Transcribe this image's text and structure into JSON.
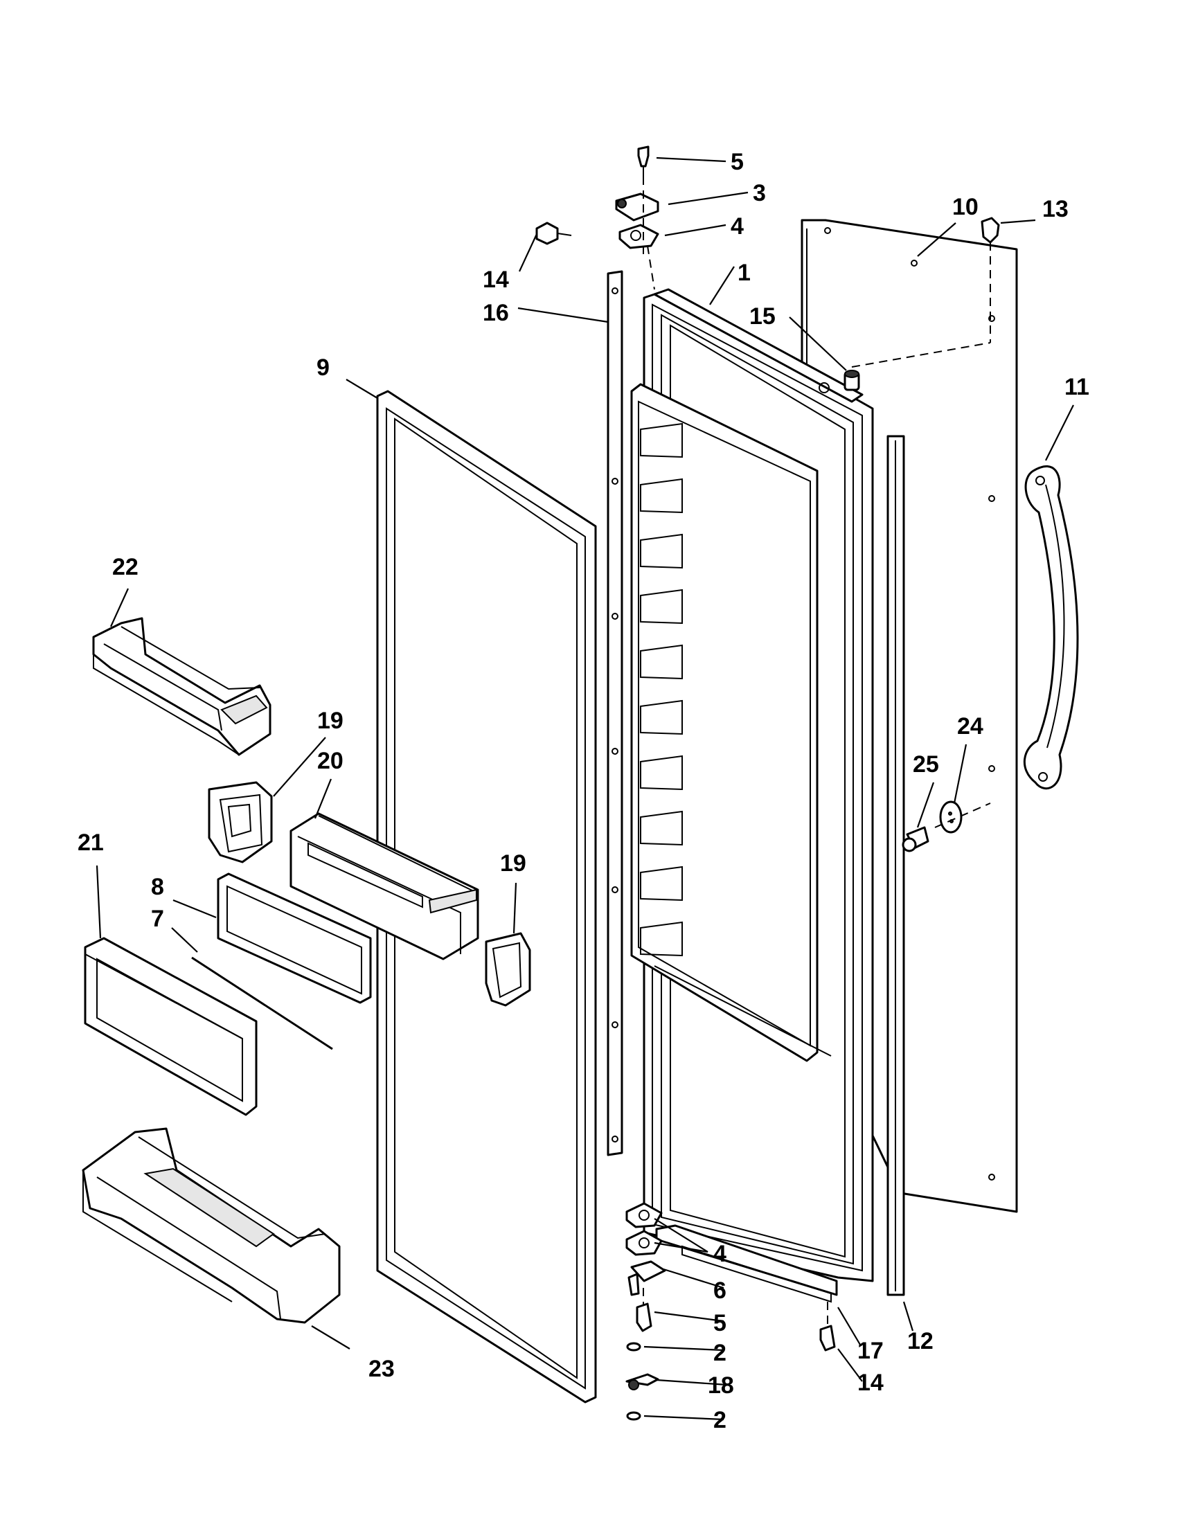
{
  "diagram": {
    "callouts": [
      {
        "id": "c5a",
        "text": "5"
      },
      {
        "id": "c3",
        "text": "3"
      },
      {
        "id": "c4a",
        "text": "4"
      },
      {
        "id": "c14a",
        "text": "14"
      },
      {
        "id": "c1",
        "text": "1"
      },
      {
        "id": "c16",
        "text": "16"
      },
      {
        "id": "c10",
        "text": "10"
      },
      {
        "id": "c13",
        "text": "13"
      },
      {
        "id": "c15",
        "text": "15"
      },
      {
        "id": "c9",
        "text": "9"
      },
      {
        "id": "c11",
        "text": "11"
      },
      {
        "id": "c22",
        "text": "22"
      },
      {
        "id": "c19a",
        "text": "19"
      },
      {
        "id": "c20",
        "text": "20"
      },
      {
        "id": "c24",
        "text": "24"
      },
      {
        "id": "c25",
        "text": "25"
      },
      {
        "id": "c21",
        "text": "21"
      },
      {
        "id": "c19b",
        "text": "19"
      },
      {
        "id": "c8",
        "text": "8"
      },
      {
        "id": "c7",
        "text": "7"
      },
      {
        "id": "c4b",
        "text": "4"
      },
      {
        "id": "c6",
        "text": "6"
      },
      {
        "id": "c5b",
        "text": "5"
      },
      {
        "id": "c2a",
        "text": "2"
      },
      {
        "id": "c18",
        "text": "18"
      },
      {
        "id": "c2b",
        "text": "2"
      },
      {
        "id": "c17",
        "text": "17"
      },
      {
        "id": "c12",
        "text": "12"
      },
      {
        "id": "c14b",
        "text": "14"
      },
      {
        "id": "c23",
        "text": "23"
      }
    ]
  }
}
